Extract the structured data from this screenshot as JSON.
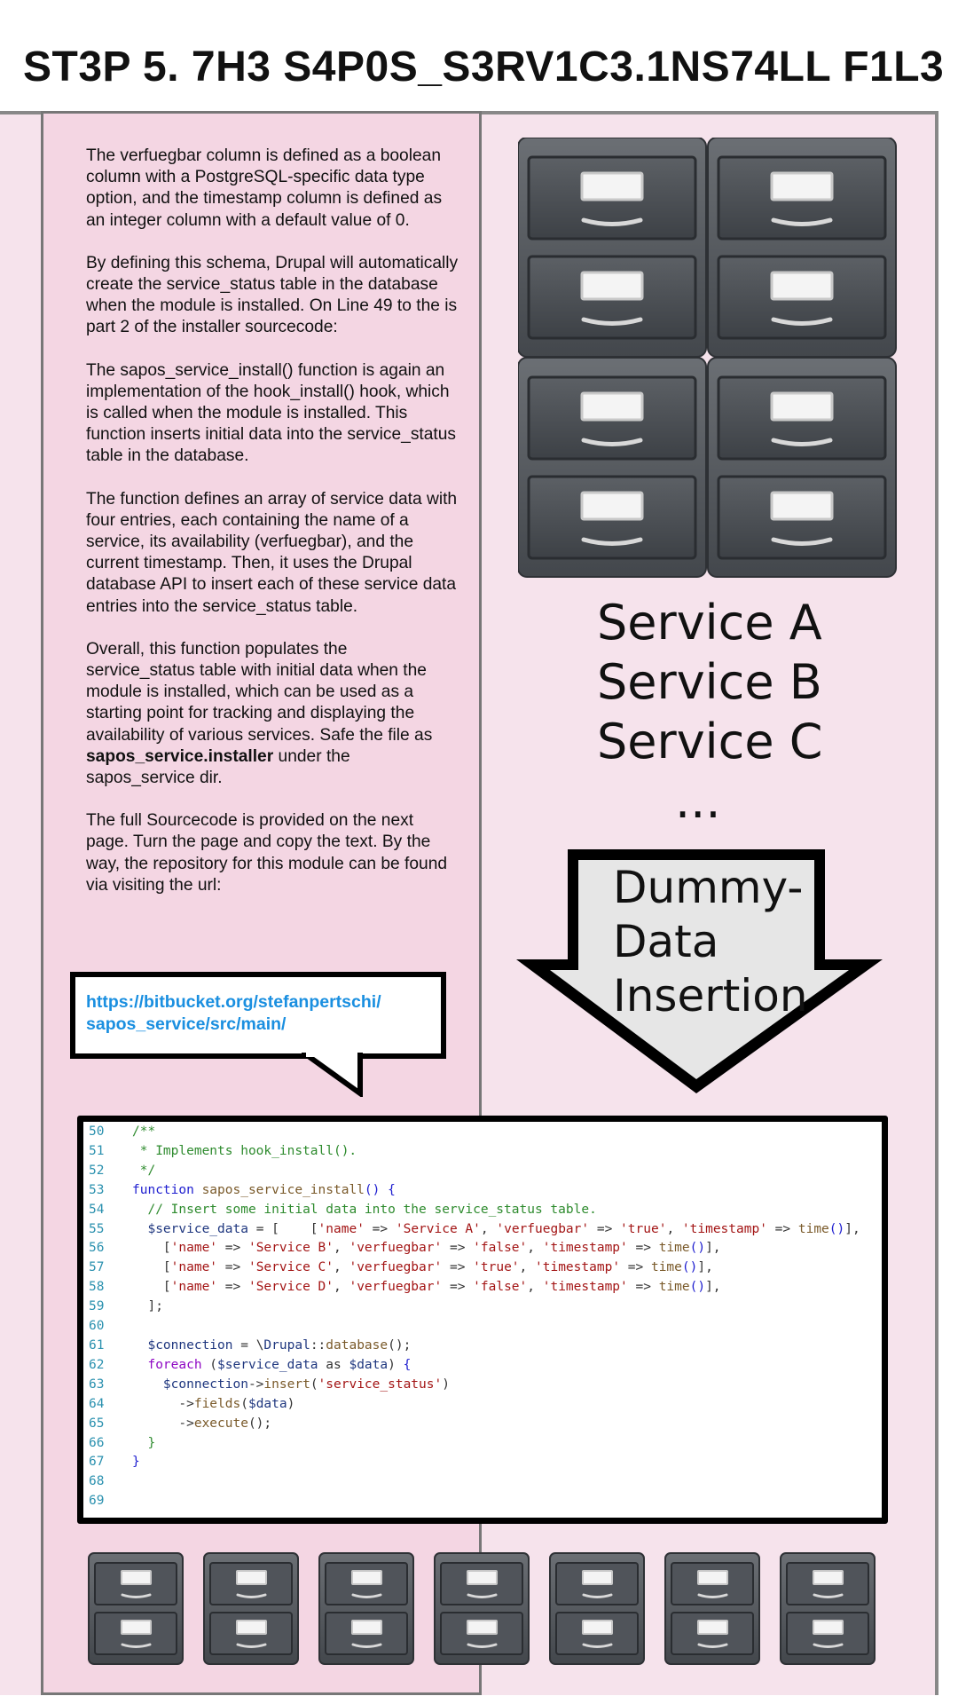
{
  "page": {
    "title": "ST3P 5. 7H3 S4P0S_S3RV1C3.1NS74LL F1L3"
  },
  "text": {
    "p1": "The verfuegbar column is defined as a boolean column with a PostgreSQL-specific data type option, and the timestamp column is defined as an integer column with a default value of 0.",
    "p2": "By defining this schema, Drupal will automatically create the service_status table in the database when the module is installed. On Line 49 to the is part 2 of the installer sourcecode:",
    "p3": "The sapos_service_install() function is again an implementation of the hook_install() hook, which is called when the module is installed. This function inserts initial data into the service_status table in the database.",
    "p4": "The function defines an array of service data with four entries, each containing the name of a service, its availability (verfuegbar), and the current timestamp. Then, it uses the Drupal database API to insert each of these service data entries into the service_status table.",
    "p5a": "Overall, this function populates the service_status table with initial data when the module is installed, which can be used as a starting point for tracking and displaying the availability of various services. Safe the file as ",
    "p5b": "sapos_service.installer",
    "p5c": " under the sapos_service dir.",
    "p6": "The full Sourcecode is provided on the next page. Turn the page and copy the text. By the way, the repository for this module can be found via visiting the url:"
  },
  "link": {
    "line1": "https://bitbucket.org/stefanpertschi/",
    "line2": "sapos_service/src/main/"
  },
  "services": [
    "Service A",
    "Service B",
    "Service C",
    "..."
  ],
  "arrow_label": [
    "Dummy-",
    "Data",
    "Insertion"
  ],
  "code": {
    "line_numbers": [
      "50",
      "51",
      "52",
      "53",
      "54",
      "55",
      "56",
      "57",
      "58",
      "59",
      "60",
      "61",
      "62",
      "63",
      "64",
      "65",
      "66",
      "67",
      "68",
      "69"
    ]
  },
  "icons": {
    "cabinet": "file-cabinet-icon",
    "arrow": "down-arrow-icon"
  },
  "colors": {
    "left_panel": "#f4d6e3",
    "right_panel": "#f6e3ec",
    "link": "#1a8fe0"
  }
}
